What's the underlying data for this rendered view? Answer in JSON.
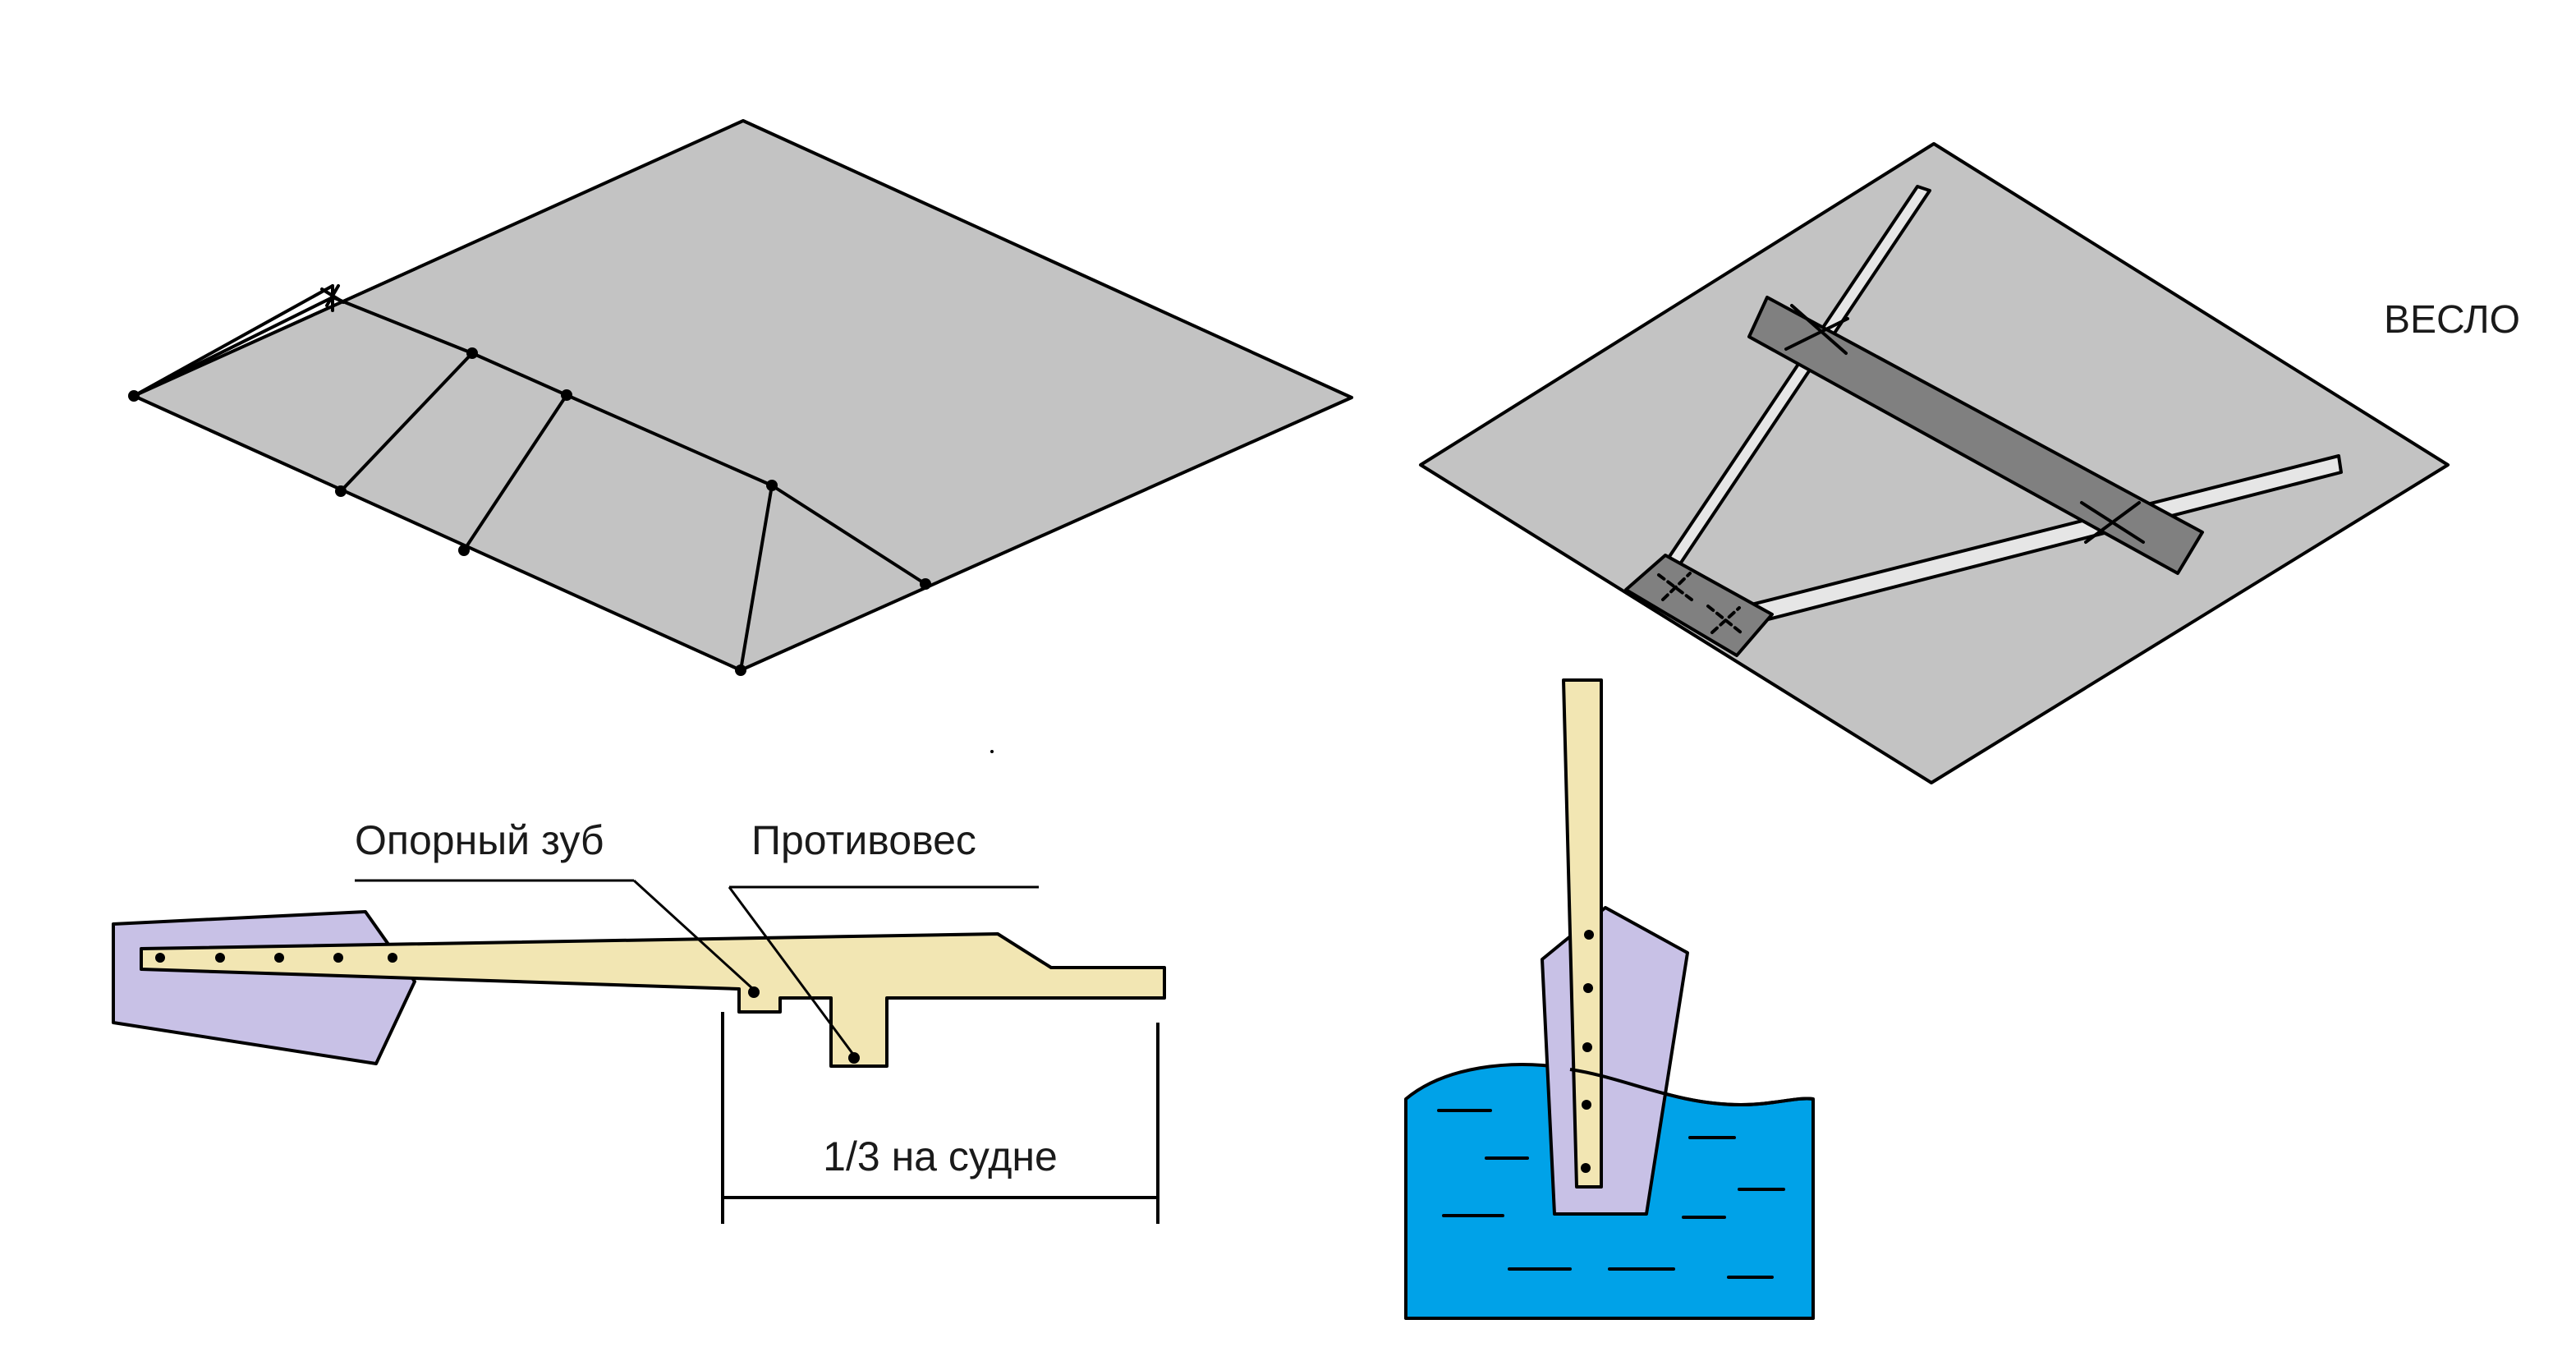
{
  "labels": {
    "veslo": "ВЕСЛО",
    "opornyi_zub": "Опорный зуб",
    "protivoves": "Противовес",
    "third_on_ship": "1/3 на судне"
  },
  "colors": {
    "panel_gray": "#c3c3c3",
    "plate_dark": "#808080",
    "oar_wood": "#f2e6b3",
    "oar_blade": "#c8c1e6",
    "water": "#00a2e8",
    "ink": "#000000"
  }
}
